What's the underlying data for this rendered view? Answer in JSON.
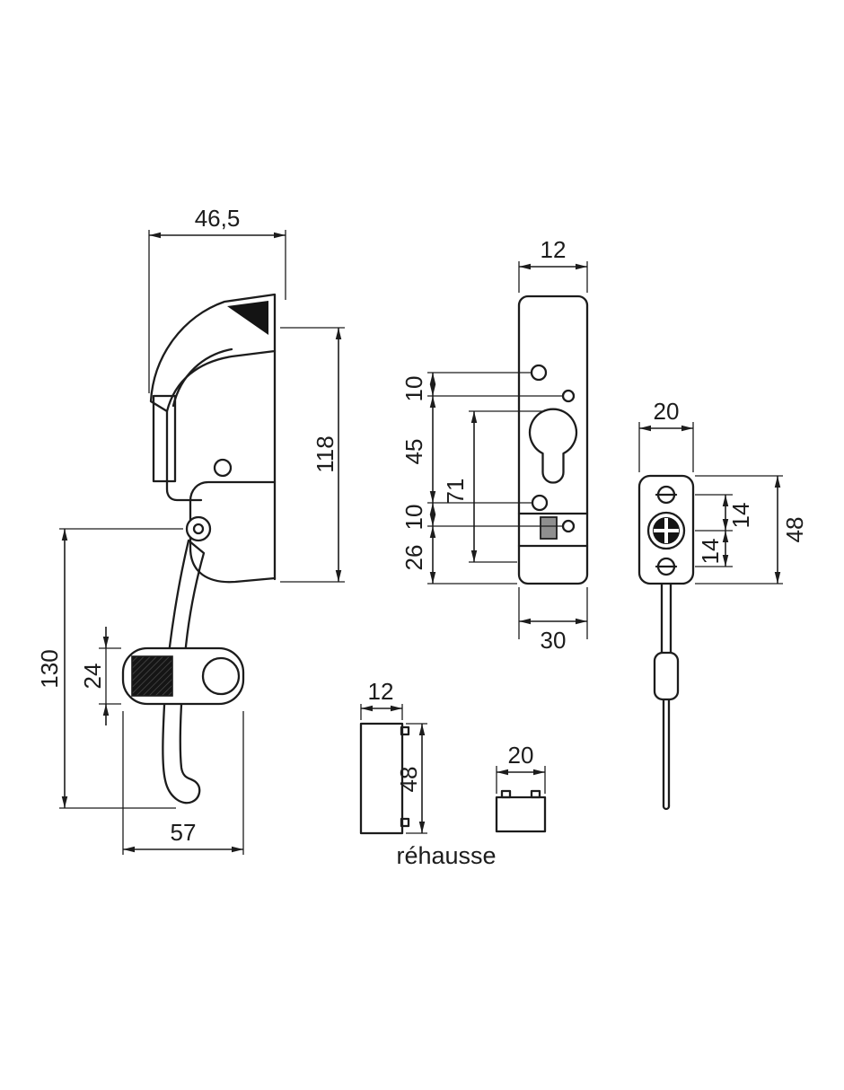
{
  "page": {
    "background": "#ffffff",
    "line_color": "#1c1c1c"
  },
  "views": {
    "side": {
      "top_width": "46,5",
      "body_height": "118",
      "overall_height": "130",
      "grip_height": "24",
      "bottom_width": "57"
    },
    "front": {
      "top_width": "12",
      "upper_hole_gap": "10",
      "cylinder_gap": "45",
      "center_height": "71",
      "lower_hole_gap": "10",
      "bottom_gap": "26",
      "bottom_width": "30"
    },
    "keeper": {
      "width": "20",
      "upper_hole_gap": "14",
      "lower_hole_gap": "14",
      "height": "48"
    },
    "riser": {
      "width": "12",
      "height": "48",
      "caption": "réhausse"
    },
    "spacer": {
      "width": "20"
    }
  }
}
